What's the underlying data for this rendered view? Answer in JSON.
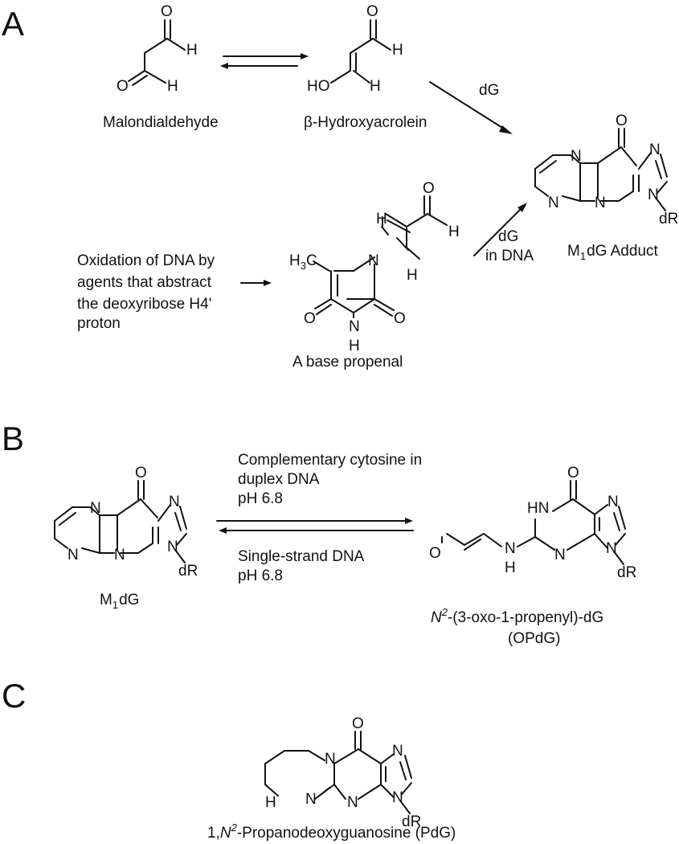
{
  "panels": {
    "a": "A",
    "b": "B",
    "c": "C"
  },
  "panel_a": {
    "malondialdehyde": "Malondialdehyde",
    "hydroxyacrolein": "β-Hydroxyacrolein",
    "dg_arrow_label": "dG",
    "adduct_label_prefix": "M",
    "adduct_label_sub": "1",
    "adduct_label_suffix": "dG Adduct",
    "oxidation_line1": "Oxidation of DNA by",
    "oxidation_line2": "agents that abstract",
    "oxidation_line3": "the deoxyribose H4'",
    "oxidation_line4": "proton",
    "base_propenal": "A base propenal",
    "dg_in_dna_line1": "dG",
    "dg_in_dna_line2": "in DNA"
  },
  "panel_b": {
    "forward_line1": "Complementary cytosine in",
    "forward_line2": "duplex DNA",
    "forward_line3": "pH 6.8",
    "reverse_line1": "Single-strand DNA",
    "reverse_line2": "pH 6.8",
    "m1dg_prefix": "M",
    "m1dg_sub": "1",
    "m1dg_suffix": "dG",
    "opdg_n": "N",
    "opdg_sup": "2",
    "opdg_rest": "-(3-oxo-1-propenyl)-dG",
    "opdg_abbrev": "(OPdG)"
  },
  "panel_c": {
    "pdg_prefix": "1,",
    "pdg_n": "N",
    "pdg_sup": "2",
    "pdg_rest": "-Propanodeoxyguanosine (PdG)"
  },
  "atoms": {
    "O": "O",
    "H": "H",
    "HO": "HO",
    "N": "N",
    "NH": "NH",
    "HN": "HN",
    "dR": "dR",
    "H3C_main": "H",
    "H3C_sub": "3",
    "H3C_tail": "C"
  }
}
